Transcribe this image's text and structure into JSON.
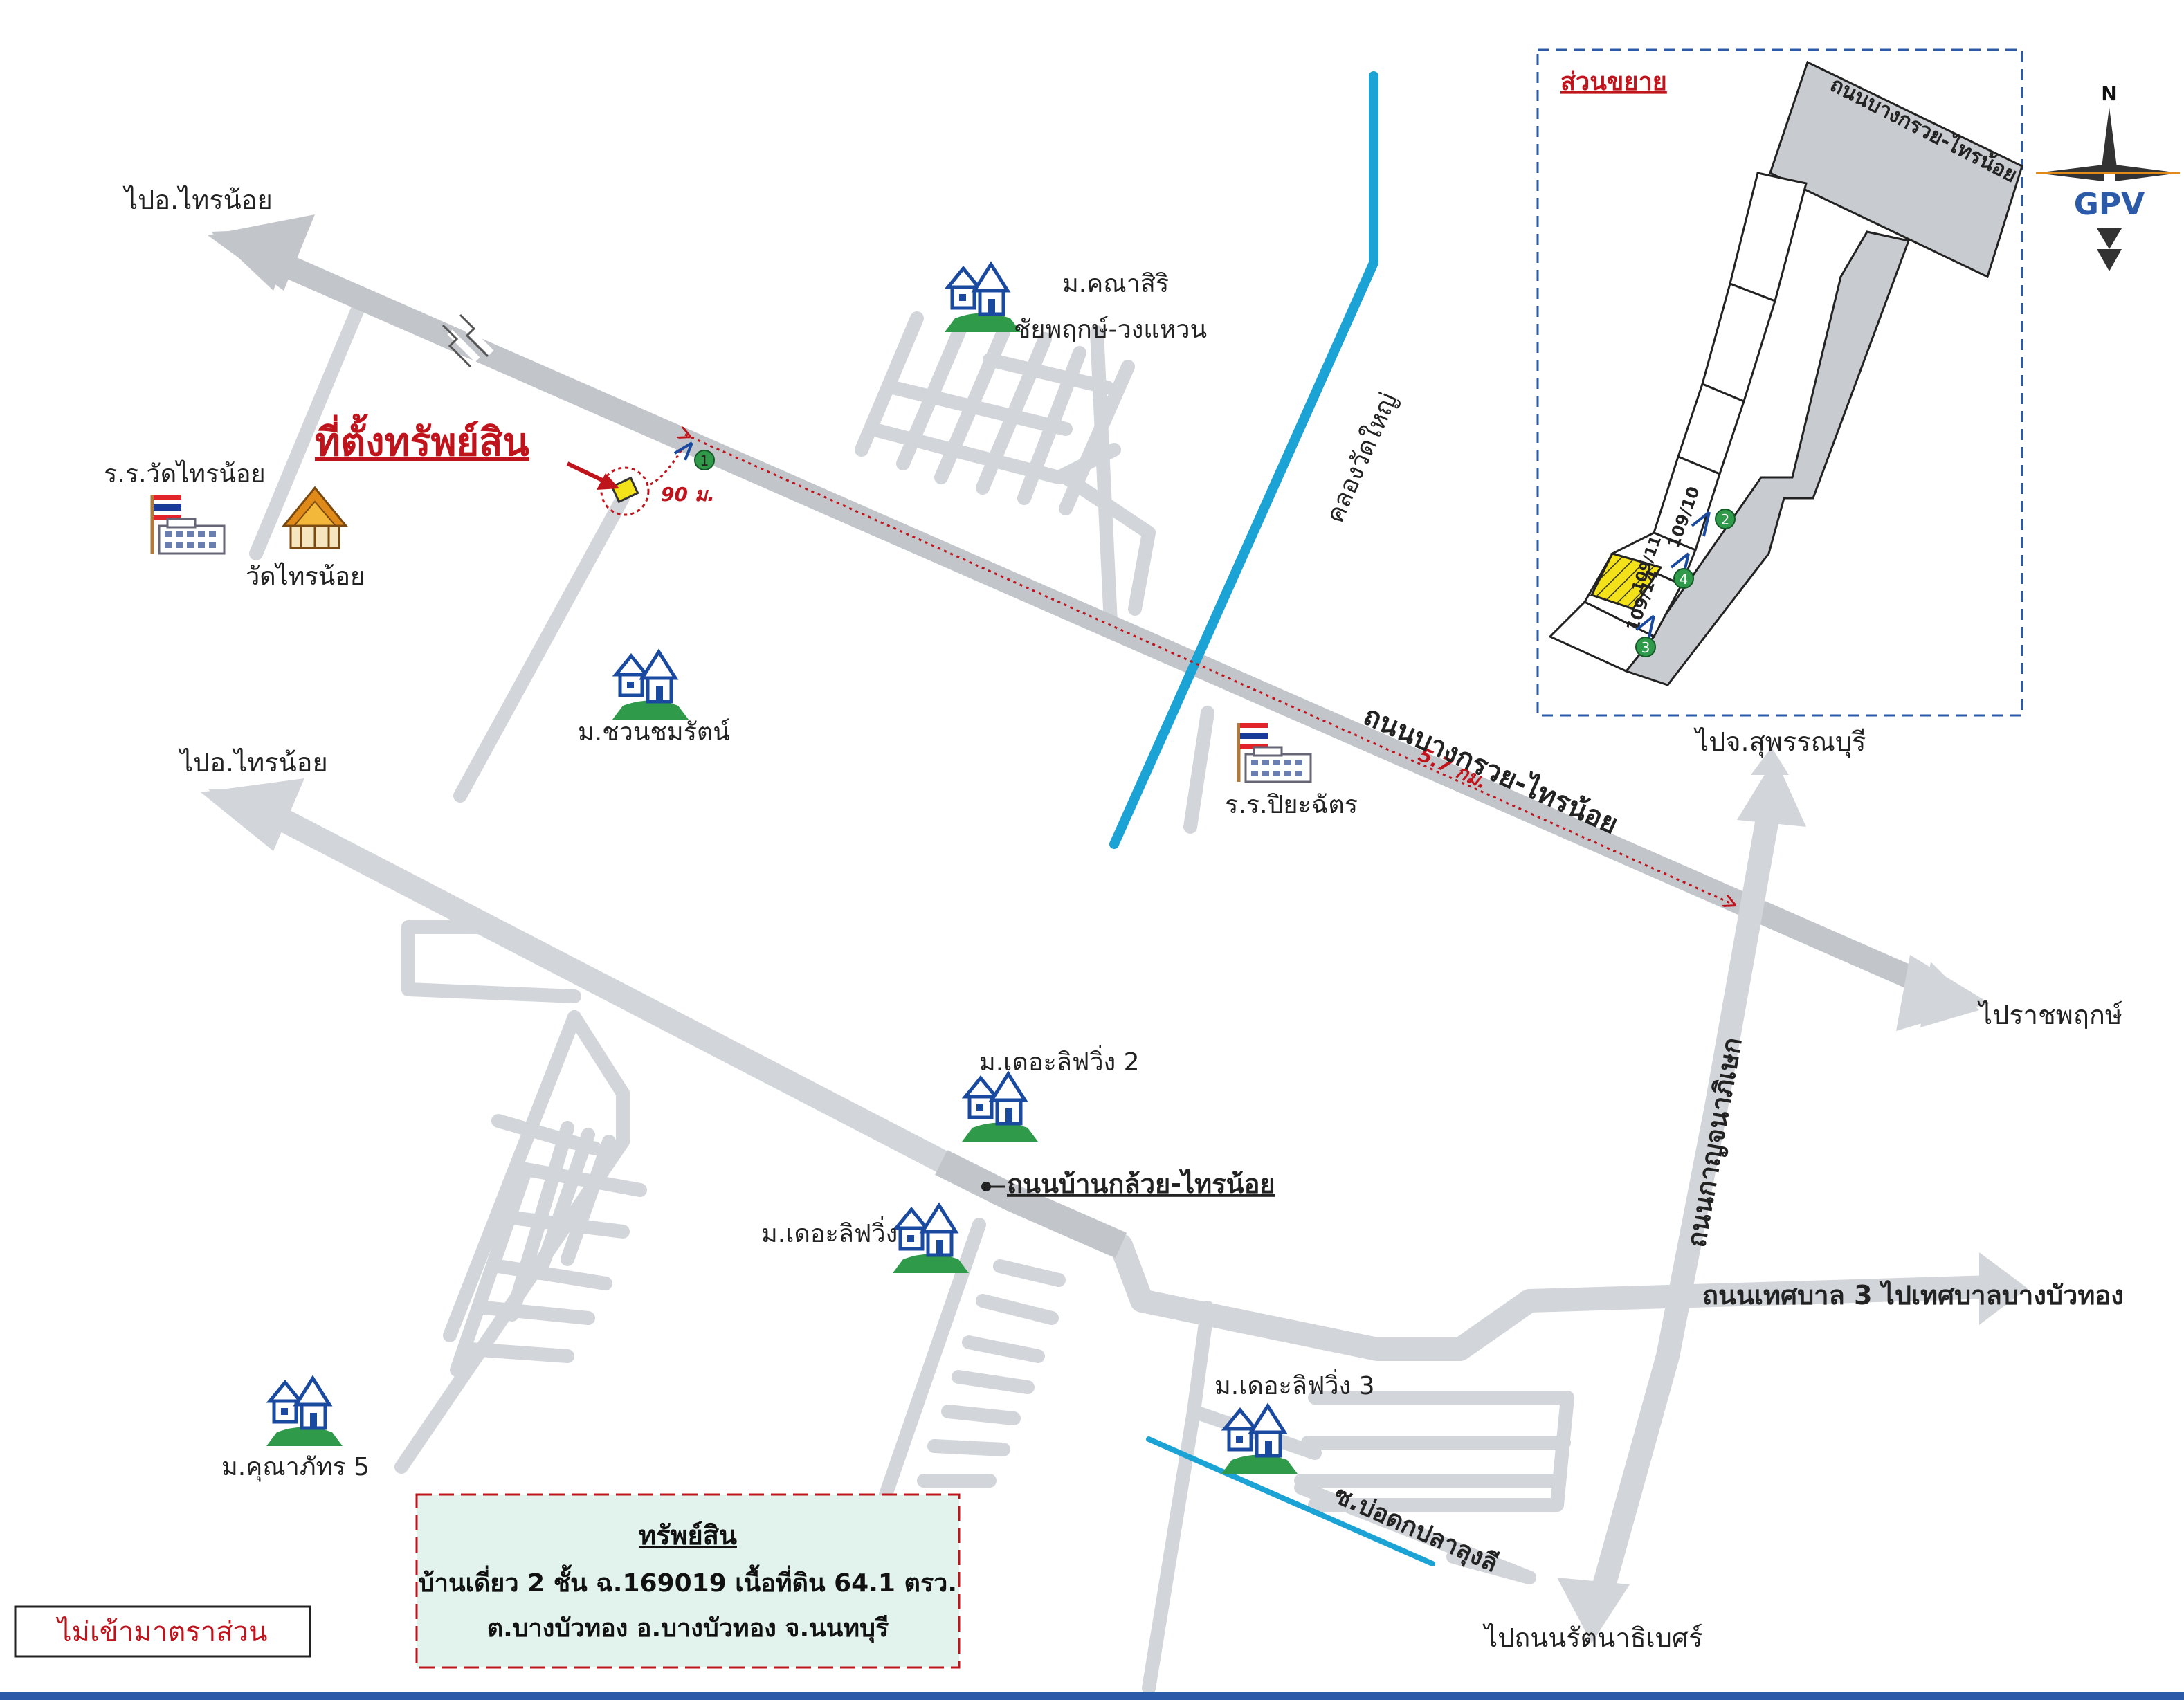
{
  "labels": {
    "to_sainoi_top": "ไปอ.ไทรน้อย",
    "to_sainoi_mid": "ไปอ.ไทรน้อย",
    "property_location": "ที่ตั้งทรัพย์สิน",
    "dist_90": "90 ม.",
    "school_wat": "ร.ร.วัดไทรน้อย",
    "wat_sainoi": "วัดไทรน้อย",
    "village_kanasiri_1": "ม.คณาสิริ",
    "village_kanasiri_2": "ชัยพฤกษ์-วงแหวน",
    "village_chuanchom": "ม.ชวนชมรัตน์",
    "canal": "คลองวัดใหญ่",
    "school_piya": "ร.ร.ปิยะฉัตร",
    "dist_57": "5.7 กม.",
    "road_bangkruai_sainoi": "ถนนบางกรวย-ไทรน้อย",
    "to_suphanburi": "ไปจ.สุพรรณบุรี",
    "to_ratchaphruek": "ไปราชพฤกษ์",
    "road_kanchanaphisek": "ถนนกาญจนาภิเษก",
    "village_delight_2": "ม.เดอะลิฟวิ่ง 2",
    "road_bankluai_sainoi": "ถนนบ้านกล้วย-ไทรน้อย",
    "village_delight": "ม.เดอะลิฟวิ่ง",
    "road_tesaban3": "ถนนเทศบาล 3 ไปเทศบาลบางบัวทอง",
    "village_delight_3": "ม.เดอะลิฟวิ่ง 3",
    "soi_bodok": "ซ.บ่อดกปลาลุงลี",
    "village_kunaphat": "ม.คุณาภัทร 5",
    "to_rattanathibet": "ไปถนนรัตนาธิเบศร์",
    "not_to_scale": "ไม่เข้ามาตราส่วน"
  },
  "inset": {
    "title": "ส่วนขยาย",
    "road": "ถนนบางกรวย-ไทรน้อย",
    "plot_a": "109/10",
    "plot_subject": "109/11",
    "plot_b": "109/14"
  },
  "markers": [
    "1",
    "2",
    "3",
    "4"
  ],
  "compass": {
    "north": "N",
    "brand": "GPV"
  },
  "property_box": {
    "title": "ทรัพย์สิน",
    "line1": "บ้านเดี่ยว 2 ชั้น ฉ.169019 เนื้อที่ดิน 64.1 ตรว.",
    "line2": "ต.บางบัวทอง อ.บางบัวทอง จ.นนทบุรี"
  },
  "colors": {
    "road": "#d2d5d9",
    "main_road": "#c2c5ca",
    "canal": "#1aa3d4",
    "accent_red": "#c0141c",
    "marker_green": "#2e9a4a",
    "box_fill": "#e2f3ee",
    "highlight": "#f3e21a"
  }
}
